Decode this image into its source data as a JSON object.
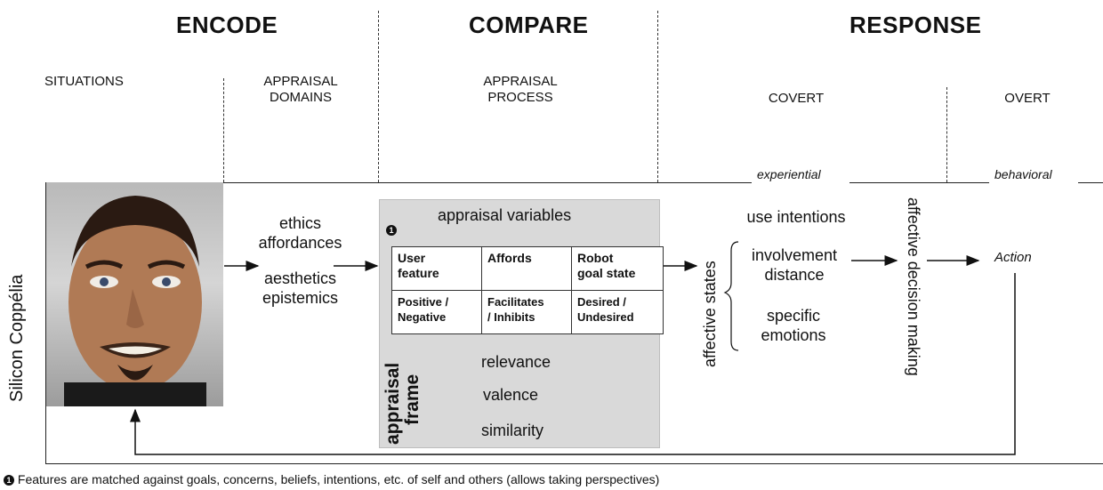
{
  "phases": {
    "encode": "ENCODE",
    "compare": "COMPARE",
    "response": "RESPONSE"
  },
  "columns": {
    "situations": "SITUATIONS",
    "appraisal_domains": [
      "APPRAISAL",
      "DOMAINS"
    ],
    "appraisal_process": [
      "APPRAISAL",
      "PROCESS"
    ],
    "covert": "COVERT",
    "overt": "OVERT"
  },
  "sub_labels": {
    "experiential": "experiential",
    "behavioral": "behavioral"
  },
  "side_label": "Silicon Coppélia",
  "domains": [
    "ethics",
    "affordances",
    "aesthetics",
    "epistemics"
  ],
  "process": {
    "marker": "1",
    "title": "appraisal variables",
    "table": {
      "headers": [
        [
          "User",
          "feature"
        ],
        [
          "Affords"
        ],
        [
          "Robot",
          "goal state"
        ]
      ],
      "cells": [
        [
          "Positive /",
          "Negative"
        ],
        [
          "Facilitates",
          "/ Inhibits"
        ],
        [
          "Desired /",
          "Undesired"
        ]
      ]
    },
    "frame_label": [
      "appraisal",
      "frame"
    ],
    "frame_items": [
      "relevance",
      "valence",
      "similarity"
    ]
  },
  "response": {
    "affective_states": "affective states",
    "use_intentions": "use intentions",
    "involvement": [
      "involvement",
      "distance"
    ],
    "specific": [
      "specific",
      "emotions"
    ],
    "decision": "affective decision making",
    "action": "Action"
  },
  "footnote": "Features are matched against goals, concerns, beliefs, intentions, etc. of self and others (allows taking perspectives)"
}
